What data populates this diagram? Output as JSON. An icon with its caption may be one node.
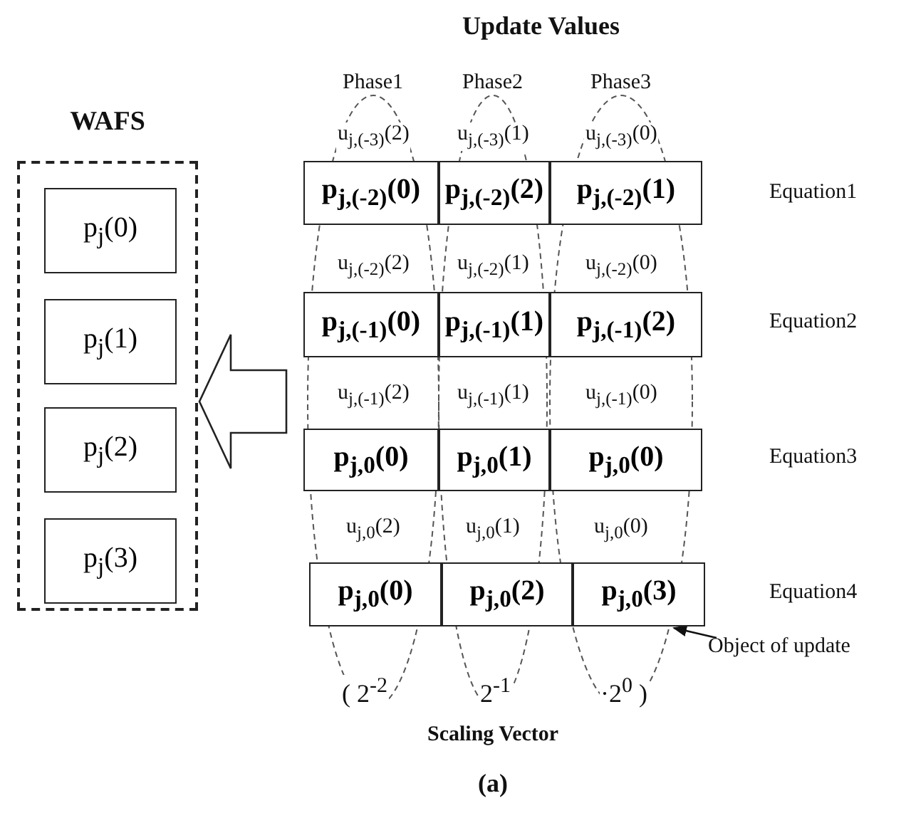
{
  "diagram": {
    "caption": "(a)",
    "nodes": [
      {
        "text": [
          "WAFS"
        ]
      },
      {
        "text": [
          "p$_{j}$(0)"
        ],
        "in": 0
      },
      {
        "text": [
          "p$_{j}$(1)"
        ],
        "in": 0
      },
      {
        "text": [
          "p$_{j}$(2)"
        ],
        "in": 0
      },
      {
        "text": [
          "p$_{j}$(3)"
        ],
        "in": 0
      },
      {
        "text": [
          "p$_{j,(-2)}$(0)"
        ]
      },
      {
        "text": [
          "p$_{j,(-2)}$(2)"
        ]
      },
      {
        "text": [
          "p$_{j,(-2)}$(1)"
        ]
      },
      {
        "text": [
          "p$_{j,(-1)}$(0)"
        ]
      },
      {
        "text": [
          "p$_{j,(-1)}$(1)"
        ]
      },
      {
        "text": [
          "p$_{j,(-1)}$(2)"
        ]
      },
      {
        "text": [
          "p$_{j,0}$(0)"
        ]
      },
      {
        "text": [
          "p$_{j,0}$(1)"
        ]
      },
      {
        "text": [
          "p$_{j,0}$(0)"
        ]
      },
      {
        "text": [
          "p$_{j,0}$(0)"
        ]
      },
      {
        "text": [
          "p$_{j,0}$(2)"
        ]
      },
      {
        "text": [
          "p$_{j,0}$(3)"
        ]
      },
      {
        "text": [
          "Object of update"
        ]
      }
    ],
    "edges": [
      {
        "from": null,
        "to": 0,
        "arrow": "to"
      },
      {
        "from": 17,
        "to": 16,
        "arrow": "to"
      }
    ],
    "labels": [
      "Update Values",
      "Phase1",
      "Phase2",
      "Phase3",
      "u$_{j,(-3)}$(2)",
      "u$_{j,(-3)}$(1)",
      "u$_{j,(-3)}$(0)",
      "Equation1",
      "u$_{j,(-2)}$(2)",
      "u$_{j,(-2)}$(1)",
      "u$_{j,(-2)}$(0)",
      "Equation2",
      "u$_{j,(-1)}$(2)",
      "u$_{j,(-1)}$(1)",
      "u$_{j,(-1)}$(0)",
      "Equation3",
      "u$_{j,0}$(2)",
      "u$_{j,0}$(1)",
      "u$_{j,0}$(0)",
      "Equation4",
      "( 2$^{-2}$",
      "2$^{-1}$",
      "·2$^{0}$ )",
      "Scaling Vector"
    ]
  }
}
